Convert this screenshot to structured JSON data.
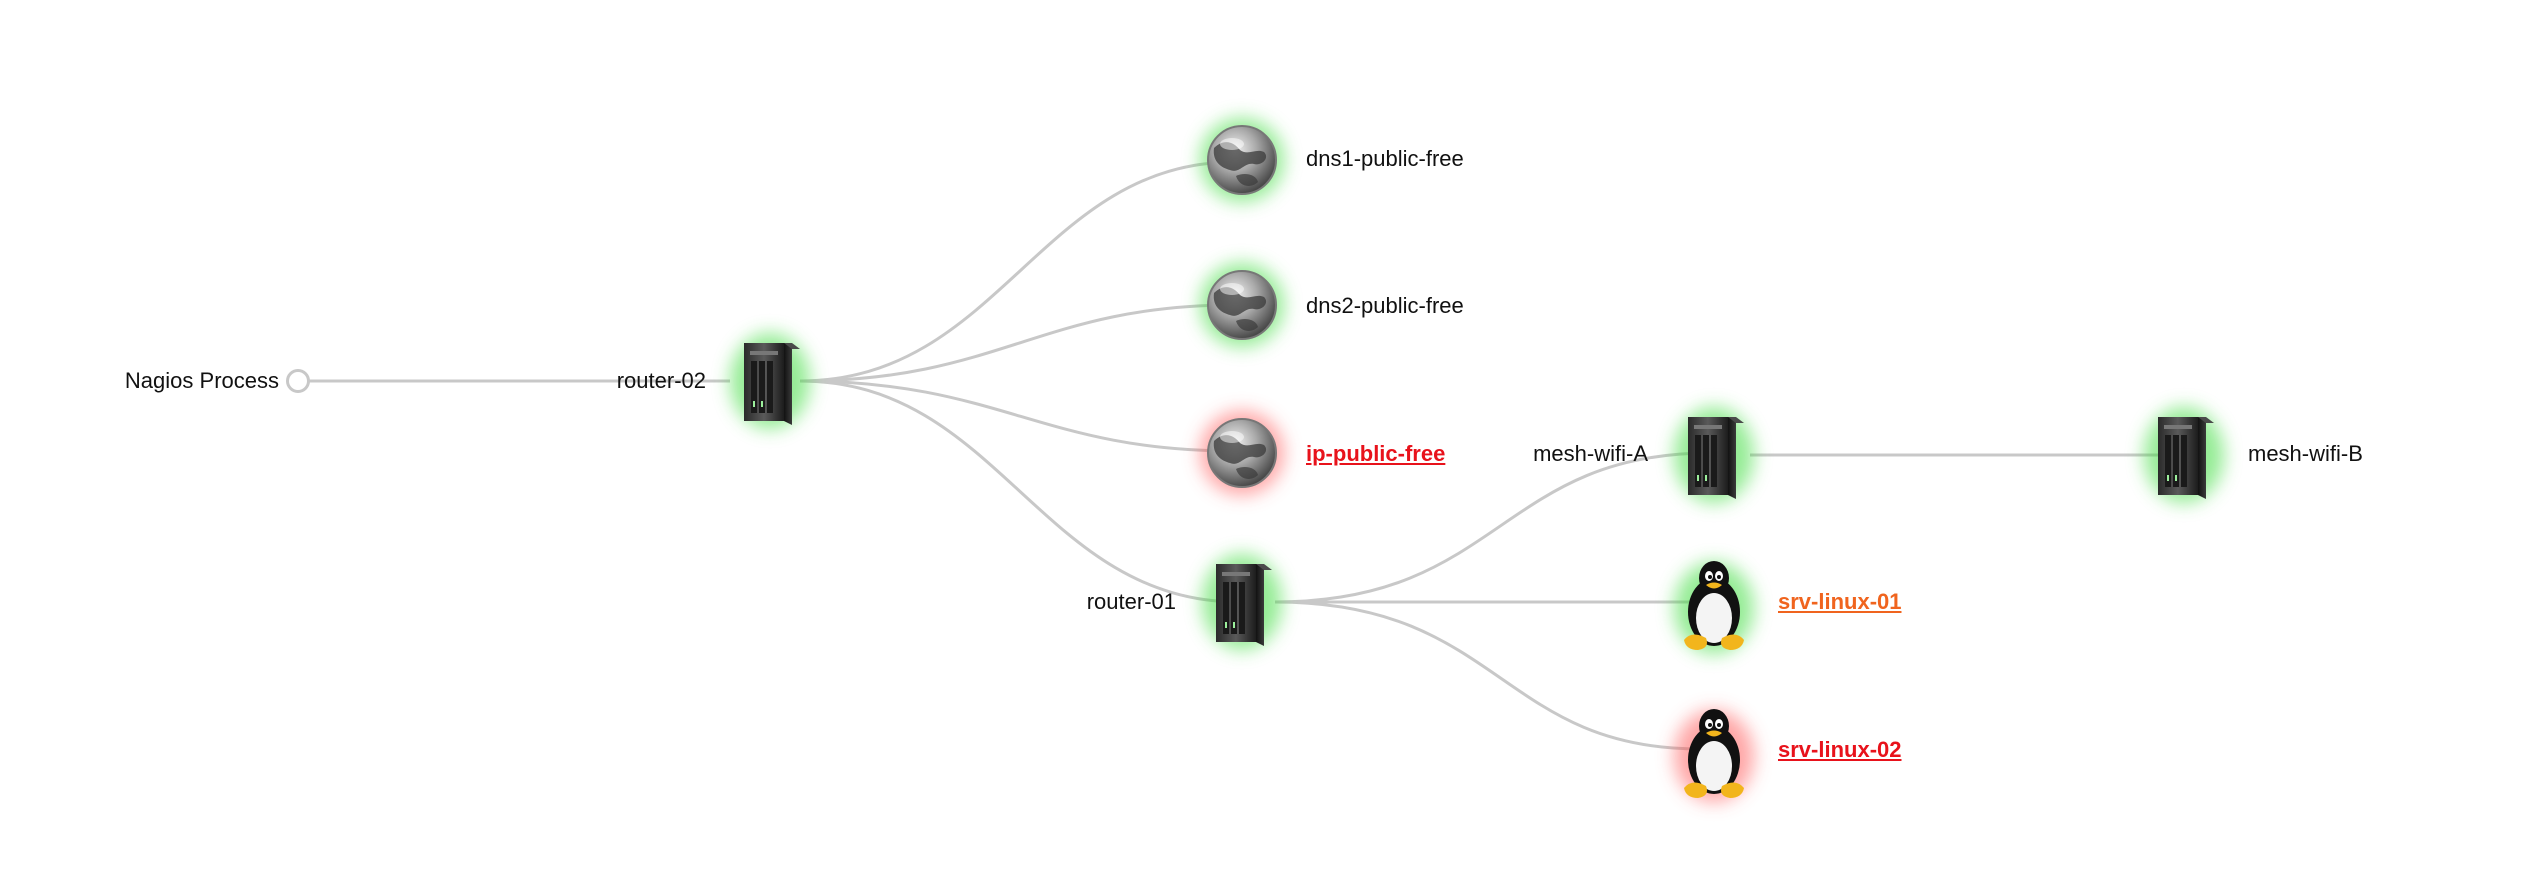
{
  "colors": {
    "ok_glow": "#3ddc3d",
    "critical_glow": "#ff4d4d",
    "critical_text": "#e8121b",
    "warning_text": "#f0641e",
    "link_line": "#c8c8c8"
  },
  "nodes": {
    "nagios": {
      "label": "Nagios Process",
      "icon": "root-circle"
    },
    "router02": {
      "label": "router-02",
      "icon": "server-icon",
      "state": "ok"
    },
    "dns1": {
      "label": "dns1-public-free",
      "icon": "globe-icon",
      "state": "ok"
    },
    "dns2": {
      "label": "dns2-public-free",
      "icon": "globe-icon",
      "state": "ok"
    },
    "ippublic": {
      "label": "ip-public-free",
      "icon": "globe-icon",
      "state": "critical"
    },
    "router01": {
      "label": "router-01",
      "icon": "server-icon",
      "state": "ok"
    },
    "meshA": {
      "label": "mesh-wifi-A",
      "icon": "server-icon",
      "state": "ok"
    },
    "meshB": {
      "label": "mesh-wifi-B",
      "icon": "server-icon",
      "state": "ok"
    },
    "srv01": {
      "label": "srv-linux-01",
      "icon": "linux-penguin-icon",
      "state": "ok"
    },
    "srv02": {
      "label": "srv-linux-02",
      "icon": "linux-penguin-icon",
      "state": "critical"
    }
  }
}
